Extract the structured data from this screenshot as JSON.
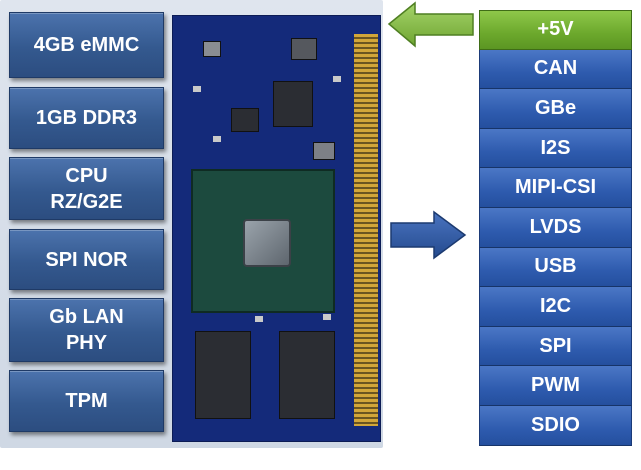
{
  "left_blocks": [
    {
      "label": "4GB eMMC"
    },
    {
      "label": "1GB DDR3"
    },
    {
      "label": "CPU\nRZ/G2E"
    },
    {
      "label": "SPI NOR"
    },
    {
      "label": "Gb LAN\nPHY"
    },
    {
      "label": "TPM"
    }
  ],
  "right_interfaces": [
    {
      "label": "+5V",
      "kind": "power"
    },
    {
      "label": "CAN",
      "kind": "interface"
    },
    {
      "label": "GBe",
      "kind": "interface"
    },
    {
      "label": "I2S",
      "kind": "interface"
    },
    {
      "label": "MIPI-CSI",
      "kind": "interface"
    },
    {
      "label": "LVDS",
      "kind": "interface"
    },
    {
      "label": "USB",
      "kind": "interface"
    },
    {
      "label": "I2C",
      "kind": "interface"
    },
    {
      "label": "SPI",
      "kind": "interface"
    },
    {
      "label": "PWM",
      "kind": "interface"
    },
    {
      "label": "SDIO",
      "kind": "interface"
    }
  ],
  "colors": {
    "block_blue": "#34598f",
    "interface_blue": "#2e5bae",
    "power_green": "#6ca82c",
    "arrow_green": "#7cb342",
    "arrow_blue": "#2f5597",
    "board": "#142a7a"
  },
  "icons": {
    "power_arrow": "left-arrow-icon",
    "signal_arrow": "right-arrow-icon"
  }
}
